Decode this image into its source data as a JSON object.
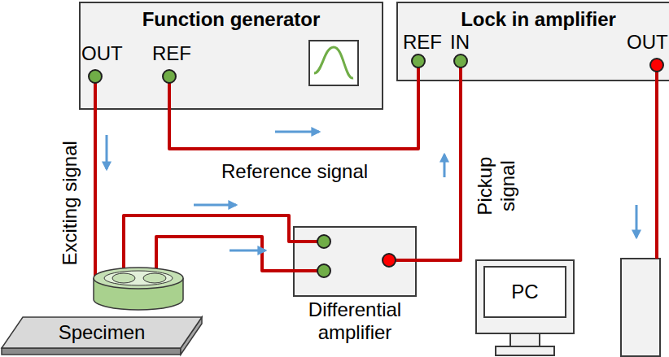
{
  "diagram": {
    "nodes": [
      {
        "text": [
          "Function generator"
        ]
      },
      {
        "text": [
          "Lock in amplifier"
        ]
      },
      {
        "text": [
          "Specimen"
        ]
      },
      {
        "text": [
          "Differential amplifier"
        ]
      },
      {
        "text": [
          "PC"
        ]
      }
    ],
    "edges": [
      {
        "from": 0,
        "to": 1,
        "arrow": "none"
      },
      {
        "from": 3,
        "to": 1,
        "arrow": "none"
      },
      {
        "from": 1,
        "to": 4,
        "arrow": "none"
      }
    ],
    "labels": [
      "OUT",
      "REF",
      "REF",
      "IN",
      "OUT",
      "Exciting signal",
      "Reference signal",
      "Pickup signal"
    ]
  }
}
